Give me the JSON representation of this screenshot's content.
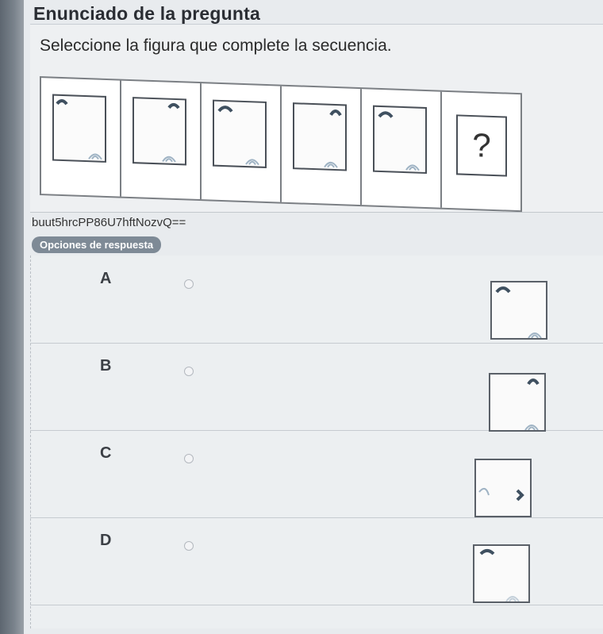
{
  "header": {
    "title": "Enunciado de la pregunta"
  },
  "question": {
    "text": "Seleccione la figura que complete la secuencia.",
    "sequence_placeholder": "?"
  },
  "code": "buut5hrcPP86U7hftNozvQ==",
  "options_header": "Opciones de respuesta",
  "options": [
    {
      "letter": "A"
    },
    {
      "letter": "B"
    },
    {
      "letter": "C"
    },
    {
      "letter": "D"
    }
  ],
  "colors": {
    "mark_dark": "#3f5060",
    "mark_light": "#9fb3c4",
    "badge": "#7e8a96"
  },
  "icons": {
    "top_mark": "arc-cap-icon",
    "bottom_mark": "concentric-arc-icon",
    "right_mark": "chevron-right-mark-icon"
  }
}
